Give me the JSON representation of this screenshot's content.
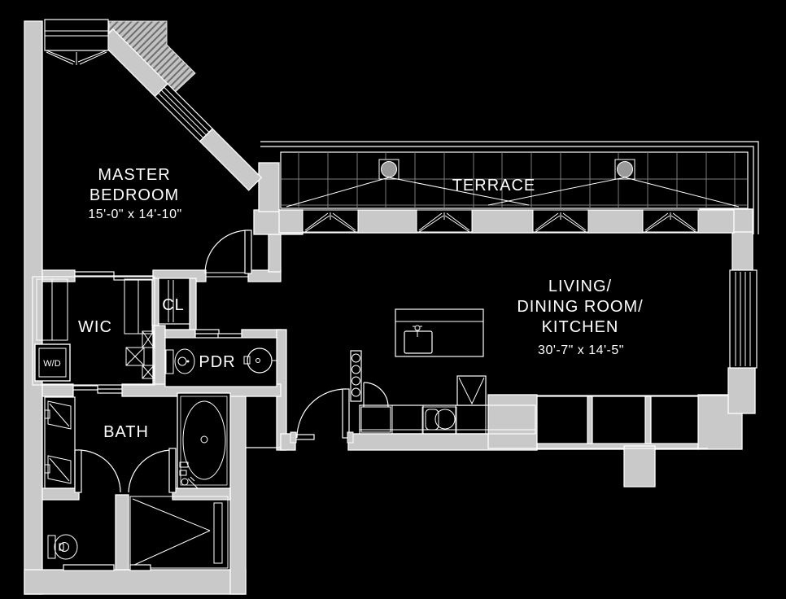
{
  "colors": {
    "background": "#000000",
    "wall": "#c9c9c9",
    "line": "#ffffff",
    "grid": "#7d7d7d",
    "text": "#ffffff"
  },
  "rooms": {
    "master_bedroom": {
      "label_line1": "MASTER",
      "label_line2": "BEDROOM",
      "dimensions": "15'-0\" x 14'-10\""
    },
    "terrace": {
      "label": "TERRACE"
    },
    "living_dining_kitchen": {
      "label_line1": "LIVING/",
      "label_line2": "DINING ROOM/",
      "label_line3": "KITCHEN",
      "dimensions": "30'-7\" x 14'-5\""
    },
    "walk_in_closet": {
      "label": "WIC"
    },
    "closet": {
      "label": "CL"
    },
    "powder_room": {
      "label": "PDR"
    },
    "bathroom": {
      "label": "BATH"
    },
    "washer_dryer": {
      "label": "W/D"
    }
  }
}
